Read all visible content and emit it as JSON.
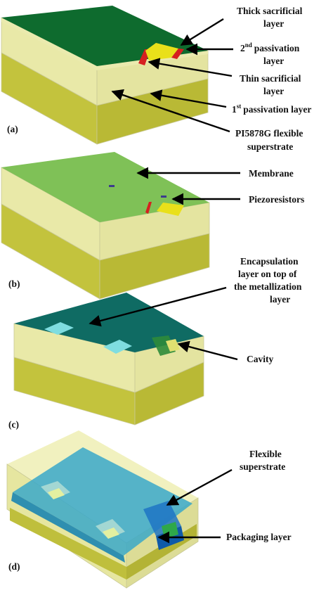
{
  "panels": {
    "a": {
      "tag": "(a)",
      "labels": {
        "thick_sacrificial_1": "Thick sacrificial",
        "thick_sacrificial_2": "layer",
        "passivation2_num": "2",
        "passivation2_sup": "nd",
        "passivation2_rest": "passivation",
        "passivation2_line2": "layer",
        "thin_sacrificial_1": "Thin sacrificial",
        "thin_sacrificial_2": "layer",
        "passivation1_num": "1",
        "passivation1_sup": "st",
        "passivation1_rest": "passivation layer",
        "superstrate_1": "PI5878G flexible",
        "superstrate_2": "superstrate"
      }
    },
    "b": {
      "tag": "(b)",
      "labels": {
        "membrane": "Membrane",
        "piezoresistors": "Piezoresistors"
      }
    },
    "c": {
      "tag": "(c)",
      "labels": {
        "encap_1": "Encapsulation",
        "encap_2": "layer on top of",
        "encap_3": "the metallization",
        "encap_4": "layer",
        "cavity": "Cavity"
      }
    },
    "d": {
      "tag": "(d)",
      "labels": {
        "flexible_1": "Flexible",
        "flexible_2": "superstrate",
        "packaging": "Packaging layer"
      }
    }
  },
  "colors": {
    "pale_yellow": "#e8e8a6",
    "olive_yellow": "#bfbf3c",
    "dark_green": "#0e6b2e",
    "light_green": "#7fc157",
    "teal": "#0f6b63",
    "translucent_blue": "#3aa8c9",
    "red": "#d62020",
    "yellow": "#e9e01a"
  }
}
